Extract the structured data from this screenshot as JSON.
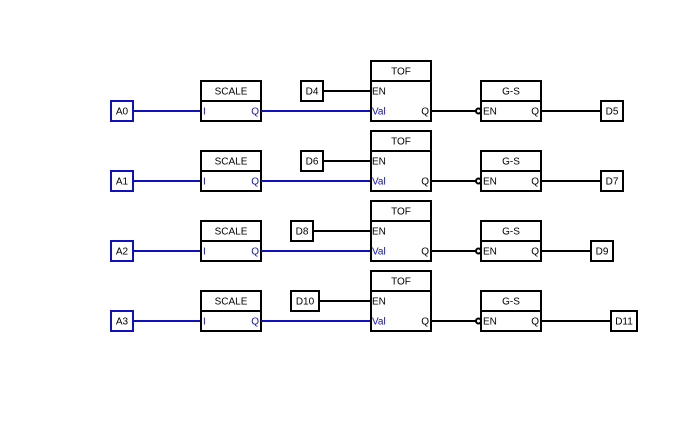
{
  "colors": {
    "analog": "#1010c0",
    "digital": "#000000",
    "background": "#ffffff"
  },
  "rungs": [
    {
      "input": "A0",
      "scale": {
        "title": "SCALE",
        "in_pin": "I",
        "out_pin": "Q"
      },
      "enable_input": "D4",
      "tof": {
        "title": "TOF",
        "en_pin": "EN",
        "val_pin": "Val",
        "out_pin": "Q"
      },
      "gs": {
        "title": "G-S",
        "en_pin": "EN",
        "out_pin": "Q",
        "en_negated": true
      },
      "output": "D5"
    },
    {
      "input": "A1",
      "scale": {
        "title": "SCALE",
        "in_pin": "I",
        "out_pin": "Q"
      },
      "enable_input": "D6",
      "tof": {
        "title": "TOF",
        "en_pin": "EN",
        "val_pin": "Val",
        "out_pin": "Q"
      },
      "gs": {
        "title": "G-S",
        "en_pin": "EN",
        "out_pin": "Q",
        "en_negated": true
      },
      "output": "D7"
    },
    {
      "input": "A2",
      "scale": {
        "title": "SCALE",
        "in_pin": "I",
        "out_pin": "Q"
      },
      "enable_input": "D8",
      "tof": {
        "title": "TOF",
        "en_pin": "EN",
        "val_pin": "Val",
        "out_pin": "Q"
      },
      "gs": {
        "title": "G-S",
        "en_pin": "EN",
        "out_pin": "Q",
        "en_negated": true
      },
      "output": "D9"
    },
    {
      "input": "A3",
      "scale": {
        "title": "SCALE",
        "in_pin": "I",
        "out_pin": "Q"
      },
      "enable_input": "D10",
      "tof": {
        "title": "TOF",
        "en_pin": "EN",
        "val_pin": "Val",
        "out_pin": "Q"
      },
      "gs": {
        "title": "G-S",
        "en_pin": "EN",
        "out_pin": "Q",
        "en_negated": true
      },
      "output": "D11"
    }
  ]
}
